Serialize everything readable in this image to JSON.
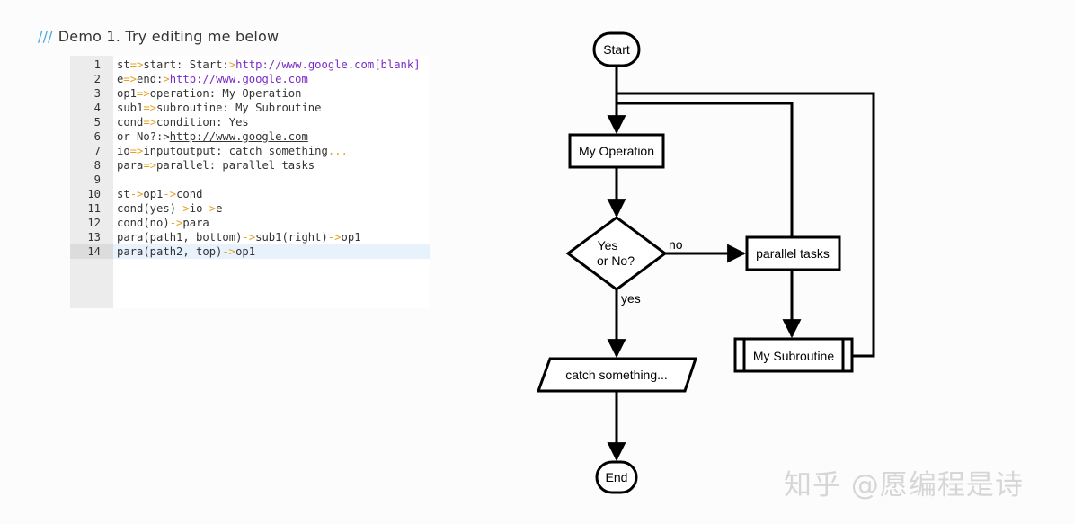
{
  "demo_title": {
    "prefix": "///",
    "text": "Demo 1. Try editing me below"
  },
  "editor": {
    "active_line": 14,
    "lines": [
      {
        "n": "1",
        "tokens": [
          [
            "st",
            ""
          ],
          [
            "=>",
            "op"
          ],
          [
            "start: Start:",
            ""
          ],
          [
            ">",
            "op"
          ],
          [
            "http://www.google.com[blank]",
            "url"
          ]
        ]
      },
      {
        "n": "2",
        "tokens": [
          [
            "e",
            ""
          ],
          [
            "=>",
            "op"
          ],
          [
            "end:",
            ""
          ],
          [
            ">",
            "op"
          ],
          [
            "http://www.google.com",
            "url"
          ]
        ]
      },
      {
        "n": "3",
        "tokens": [
          [
            "op1",
            ""
          ],
          [
            "=>",
            "op"
          ],
          [
            "operation: My Operation",
            ""
          ]
        ]
      },
      {
        "n": "4",
        "tokens": [
          [
            "sub1",
            ""
          ],
          [
            "=>",
            "op"
          ],
          [
            "subroutine: My Subroutine",
            ""
          ]
        ]
      },
      {
        "n": "5",
        "tokens": [
          [
            "cond",
            ""
          ],
          [
            "=>",
            "op"
          ],
          [
            "condition: Yes",
            ""
          ]
        ]
      },
      {
        "n": "6",
        "tokens": [
          [
            "or No?:>",
            ""
          ],
          [
            "http://www.google.com",
            "link"
          ]
        ]
      },
      {
        "n": "7",
        "tokens": [
          [
            "io",
            ""
          ],
          [
            "=>",
            "op"
          ],
          [
            "inputoutput: catch something",
            ""
          ],
          [
            "...",
            "op"
          ]
        ]
      },
      {
        "n": "8",
        "tokens": [
          [
            "para",
            ""
          ],
          [
            "=>",
            "op"
          ],
          [
            "parallel: parallel tasks",
            ""
          ]
        ]
      },
      {
        "n": "9",
        "tokens": []
      },
      {
        "n": "10",
        "tokens": [
          [
            "st",
            ""
          ],
          [
            "->",
            "op"
          ],
          [
            "op1",
            ""
          ],
          [
            "->",
            "op"
          ],
          [
            "cond",
            ""
          ]
        ]
      },
      {
        "n": "11",
        "tokens": [
          [
            "cond(yes)",
            ""
          ],
          [
            "->",
            "op"
          ],
          [
            "io",
            ""
          ],
          [
            "->",
            "op"
          ],
          [
            "e",
            ""
          ]
        ]
      },
      {
        "n": "12",
        "tokens": [
          [
            "cond(no)",
            ""
          ],
          [
            "->",
            "op"
          ],
          [
            "para",
            ""
          ]
        ]
      },
      {
        "n": "13",
        "tokens": [
          [
            "para(path1, bottom)",
            ""
          ],
          [
            "->",
            "op"
          ],
          [
            "sub1(right)",
            ""
          ],
          [
            "->",
            "op"
          ],
          [
            "op1",
            ""
          ]
        ]
      },
      {
        "n": "14",
        "tokens": [
          [
            "para(path2, top)",
            ""
          ],
          [
            "->",
            "op"
          ],
          [
            "op1",
            ""
          ]
        ]
      }
    ]
  },
  "flowchart": {
    "start": "Start",
    "operation": "My Operation",
    "condition_line1": "Yes",
    "condition_line2": "or No?",
    "yes_label": "yes",
    "no_label": "no",
    "parallel": "parallel tasks",
    "subroutine": "My Subroutine",
    "inputoutput": "catch something...",
    "end": "End"
  },
  "colors": {
    "operator": "#e6a020",
    "url": "#7a2bc8",
    "title_slashes": "#4aa8e0",
    "stroke": "#000000"
  },
  "watermark": "知乎 @愿编程是诗"
}
